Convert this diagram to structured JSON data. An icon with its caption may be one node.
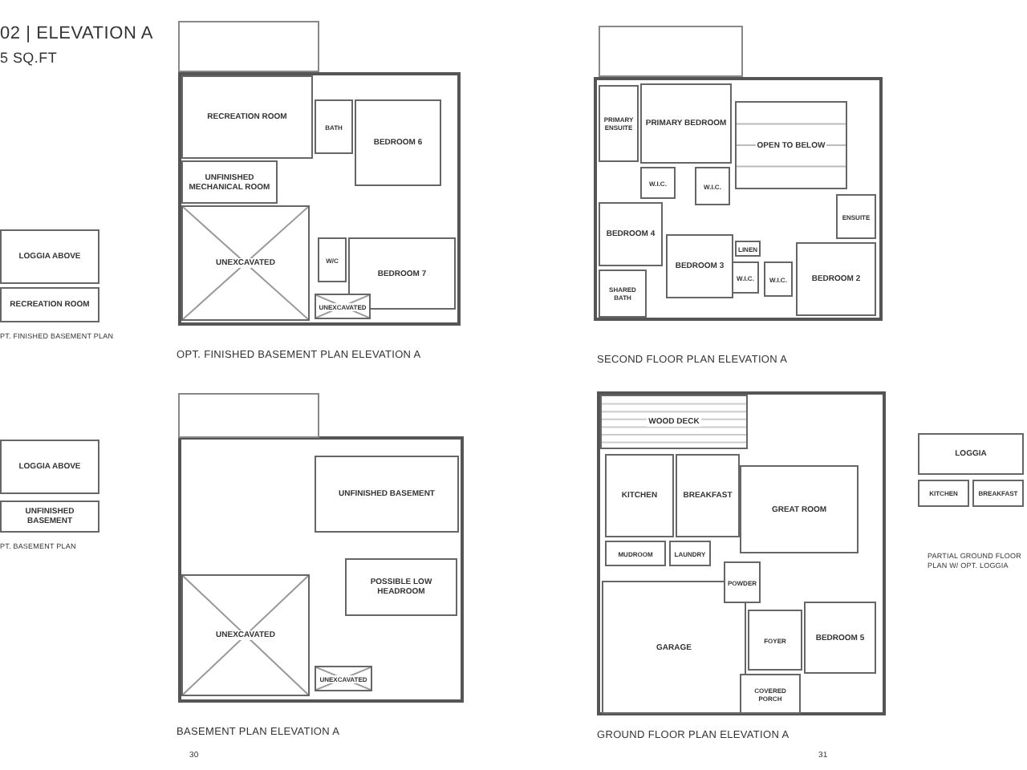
{
  "diagram": {
    "title": "02 | ELEVATION A",
    "nodes": [
      {
        "text": [
          "RECREATION ROOM"
        ]
      },
      {
        "text": [
          "BATH"
        ]
      },
      {
        "text": [
          "BEDROOM 6"
        ]
      },
      {
        "text": [
          "UNFINISHED MECHANICAL ROOM"
        ]
      },
      {
        "text": [
          "UNEXCAVATED"
        ]
      },
      {
        "text": [
          "W/C"
        ]
      },
      {
        "text": [
          "BEDROOM 7"
        ]
      },
      {
        "text": [
          "UNEXCAVATED"
        ]
      },
      {
        "text": [
          "LOGGIA ABOVE"
        ]
      },
      {
        "text": [
          "RECREATION ROOM"
        ]
      },
      {
        "text": [
          "PRIMARY ENSUITE"
        ]
      },
      {
        "text": [
          "PRIMARY BEDROOM"
        ]
      },
      {
        "text": [
          "OPEN TO BELOW"
        ]
      },
      {
        "text": [
          "W.I.C."
        ]
      },
      {
        "text": [
          "W.I.C."
        ]
      },
      {
        "text": [
          "BEDROOM 4"
        ]
      },
      {
        "text": [
          "BEDROOM 3"
        ]
      },
      {
        "text": [
          "LINEN"
        ]
      },
      {
        "text": [
          "W.I.C."
        ]
      },
      {
        "text": [
          "W.I.C."
        ]
      },
      {
        "text": [
          "ENSUITE"
        ]
      },
      {
        "text": [
          "BEDROOM 2"
        ]
      },
      {
        "text": [
          "SHARED BATH"
        ]
      },
      {
        "text": [
          "UNFINISHED BASEMENT"
        ]
      },
      {
        "text": [
          "POSSIBLE LOW HEADROOM"
        ]
      },
      {
        "text": [
          "UNEXCAVATED"
        ]
      },
      {
        "text": [
          "UNEXCAVATED"
        ]
      },
      {
        "text": [
          "LOGGIA ABOVE"
        ]
      },
      {
        "text": [
          "UNFINISHED BASEMENT"
        ]
      },
      {
        "text": [
          "WOOD DECK"
        ]
      },
      {
        "text": [
          "KITCHEN"
        ]
      },
      {
        "text": [
          "BREAKFAST"
        ]
      },
      {
        "text": [
          "GREAT ROOM"
        ]
      },
      {
        "text": [
          "MUDROOM"
        ]
      },
      {
        "text": [
          "LAUNDRY"
        ]
      },
      {
        "text": [
          "GARAGE"
        ]
      },
      {
        "text": [
          "POWDER"
        ]
      },
      {
        "text": [
          "FOYER"
        ]
      },
      {
        "text": [
          "BEDROOM 5"
        ]
      },
      {
        "text": [
          "COVERED PORCH"
        ]
      },
      {
        "text": [
          "LOGGIA"
        ]
      },
      {
        "text": [
          "KITCHEN"
        ]
      },
      {
        "text": [
          "BREAKFAST"
        ]
      }
    ],
    "edges": [],
    "labels": [
      "5 SQ.FT",
      "OPT. FINISHED BASEMENT PLAN ELEVATION A",
      "SECOND FLOOR PLAN ELEVATION A",
      "PT. FINISHED BASEMENT PLAN",
      "PT. BASEMENT PLAN",
      "BASEMENT PLAN ELEVATION A",
      "GROUND FLOOR PLAN ELEVATION A",
      "PARTIAL GROUND FLOOR PLAN W/ OPT. LOGGIA",
      "30",
      "31"
    ]
  }
}
